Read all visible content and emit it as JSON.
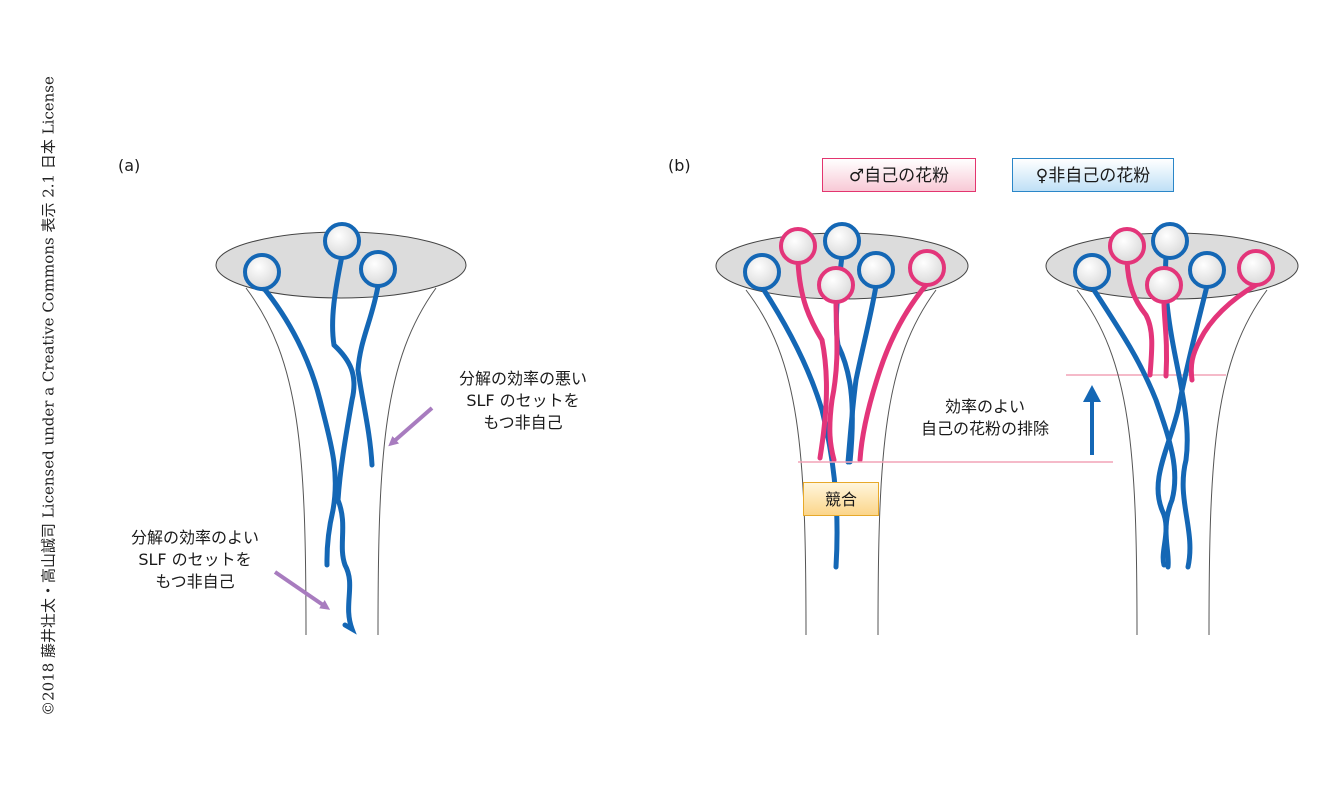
{
  "copyright": "©2018 藤井壮太・高山誠司 Licensed under a Creative Commons 表示 2.1 日本 License",
  "panel_a": {
    "label": "(a)",
    "annotation_bad": [
      "分解の効率の悪い",
      "SLF のセットを",
      "もつ非自己"
    ],
    "annotation_good": [
      "分解の効率のよい",
      "SLF のセットを",
      "もつ非自己"
    ]
  },
  "panel_b": {
    "label": "(b)",
    "legend_self": "♂自己の花粉",
    "legend_nonself": "♀非自己の花粉",
    "competition": "競合",
    "elimination": [
      "効率のよい",
      "自己の花粉の排除"
    ]
  },
  "colors": {
    "nonself_tube": "#1467b5",
    "self_tube": "#e3357a",
    "arrow_purple": "#a87cbf",
    "guide_line": "#f2a3b7",
    "stigma_fill": "#dcdcdc"
  }
}
